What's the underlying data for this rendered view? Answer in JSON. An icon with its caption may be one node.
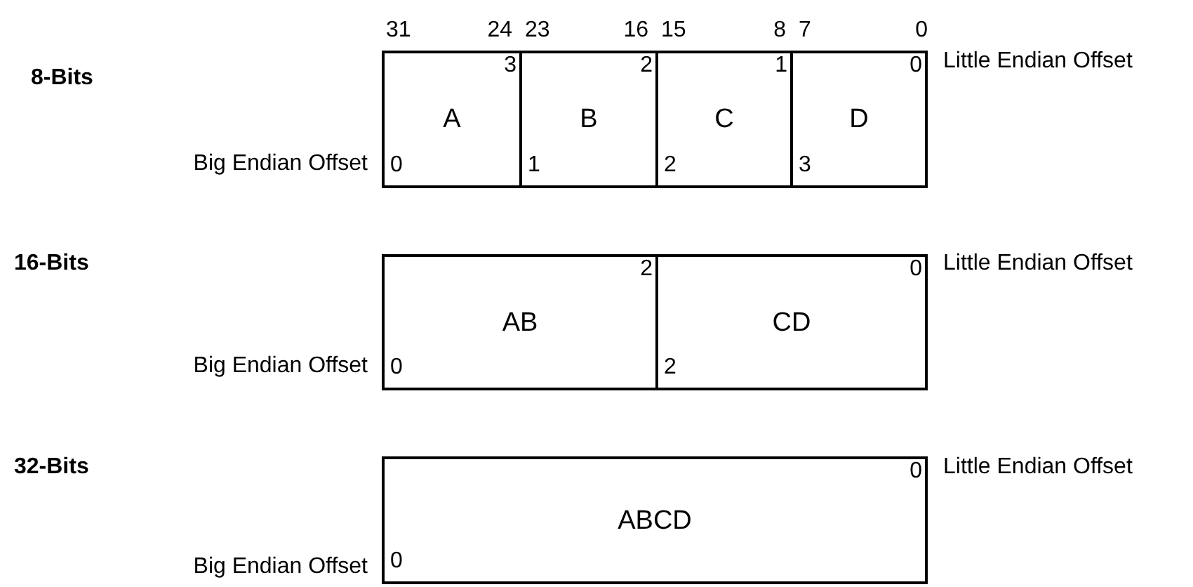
{
  "diagram": {
    "nodes": [
      {
        "text": [
          "A",
          "3",
          "0"
        ]
      },
      {
        "text": [
          "B",
          "2",
          "1"
        ]
      },
      {
        "text": [
          "C",
          "1",
          "2"
        ]
      },
      {
        "text": [
          "D",
          "0",
          "3"
        ]
      },
      {
        "text": [
          "AB",
          "2",
          "0"
        ]
      },
      {
        "text": [
          "CD",
          "0",
          "2"
        ]
      },
      {
        "text": [
          "ABCD",
          "0",
          "0"
        ]
      }
    ],
    "labels": [
      "31",
      "24",
      "23",
      "16",
      "15",
      "8",
      "7",
      "0",
      "8-Bits",
      "Little Endian Offset",
      "Big Endian Offset",
      "16-Bits",
      "Little Endian Offset",
      "Big Endian Offset",
      "32-Bits",
      "Little Endian Offset",
      "Big Endian Offset"
    ]
  }
}
